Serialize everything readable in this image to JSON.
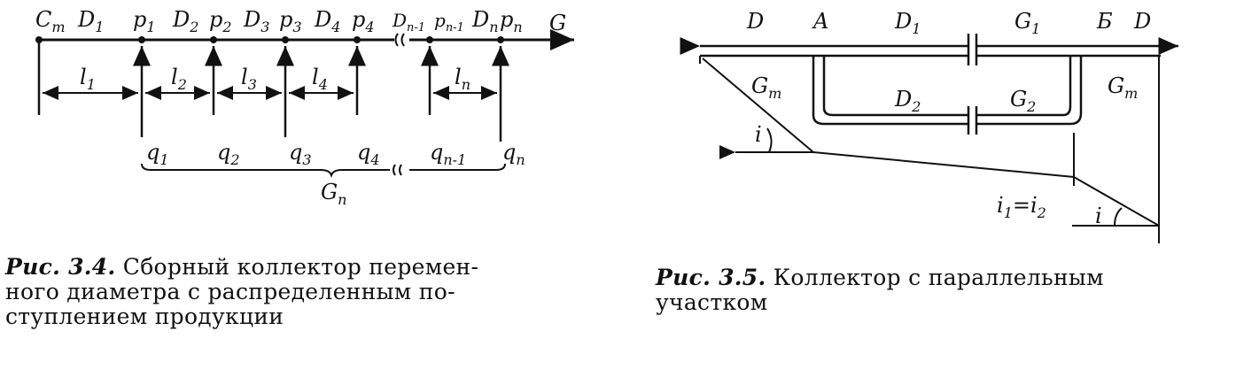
{
  "figure_left": {
    "top_labels": {
      "c": "C",
      "c_sub": "т",
      "d1": "D",
      "d1_sub": "1",
      "p1": "p",
      "p1_sub": "1",
      "d2": "D",
      "d2_sub": "2",
      "p2": "p",
      "p2_sub": "2",
      "d3": "D",
      "d3_sub": "3",
      "p3": "p",
      "p3_sub": "3",
      "d4": "D",
      "d4_sub": "4",
      "p4": "p",
      "p4_sub": "4",
      "dn1": "D",
      "dn1_sub": "n-1",
      "pn1": "p",
      "pn1_sub": "n-1",
      "dn": "D",
      "dn_sub": "n",
      "pn": "p",
      "pn_sub": "n",
      "g": "G"
    },
    "lengths": {
      "l1": "l",
      "l1_sub": "1",
      "l2": "l",
      "l2_sub": "2",
      "l3": "l",
      "l3_sub": "3",
      "l4": "l",
      "l4_sub": "4",
      "ln": "l",
      "ln_sub": "n"
    },
    "flows": {
      "q1": "q",
      "q1_sub": "1",
      "q2": "q",
      "q2_sub": "2",
      "q3": "q",
      "q3_sub": "3",
      "q4": "q",
      "q4_sub": "4",
      "qn1": "q",
      "qn1_sub": "n-1",
      "qn": "q",
      "qn_sub": "n"
    },
    "total": "G",
    "total_sub": "n"
  },
  "figure_right": {
    "labels": {
      "d_left": "D",
      "a": "A",
      "d1": "D",
      "d1_sub": "1",
      "g1": "G",
      "g1_sub": "1",
      "b": "Б",
      "d_right": "D",
      "gt_left": "G",
      "gt_left_sub": "т",
      "gt_right": "G",
      "gt_right_sub": "т",
      "d2": "D",
      "d2_sub": "2",
      "g2": "G",
      "g2_sub": "2",
      "i_left": "i",
      "i_eq_a": "i",
      "i_eq_a_sub": "1",
      "i_eq_mid": "=i",
      "i_eq_b_sub": "2",
      "i_right": "i"
    }
  },
  "captions": {
    "left_fig": "Рис. 3.4.",
    "left_line1": "Сборный коллектор перемен-",
    "left_line2": "ного  диаметра с распределенным  по-",
    "left_line3": "ступлением продукции",
    "right_fig": "Рис. 3.5.",
    "right_line1": "Коллектор  с  параллельным",
    "right_line2": "участком"
  }
}
